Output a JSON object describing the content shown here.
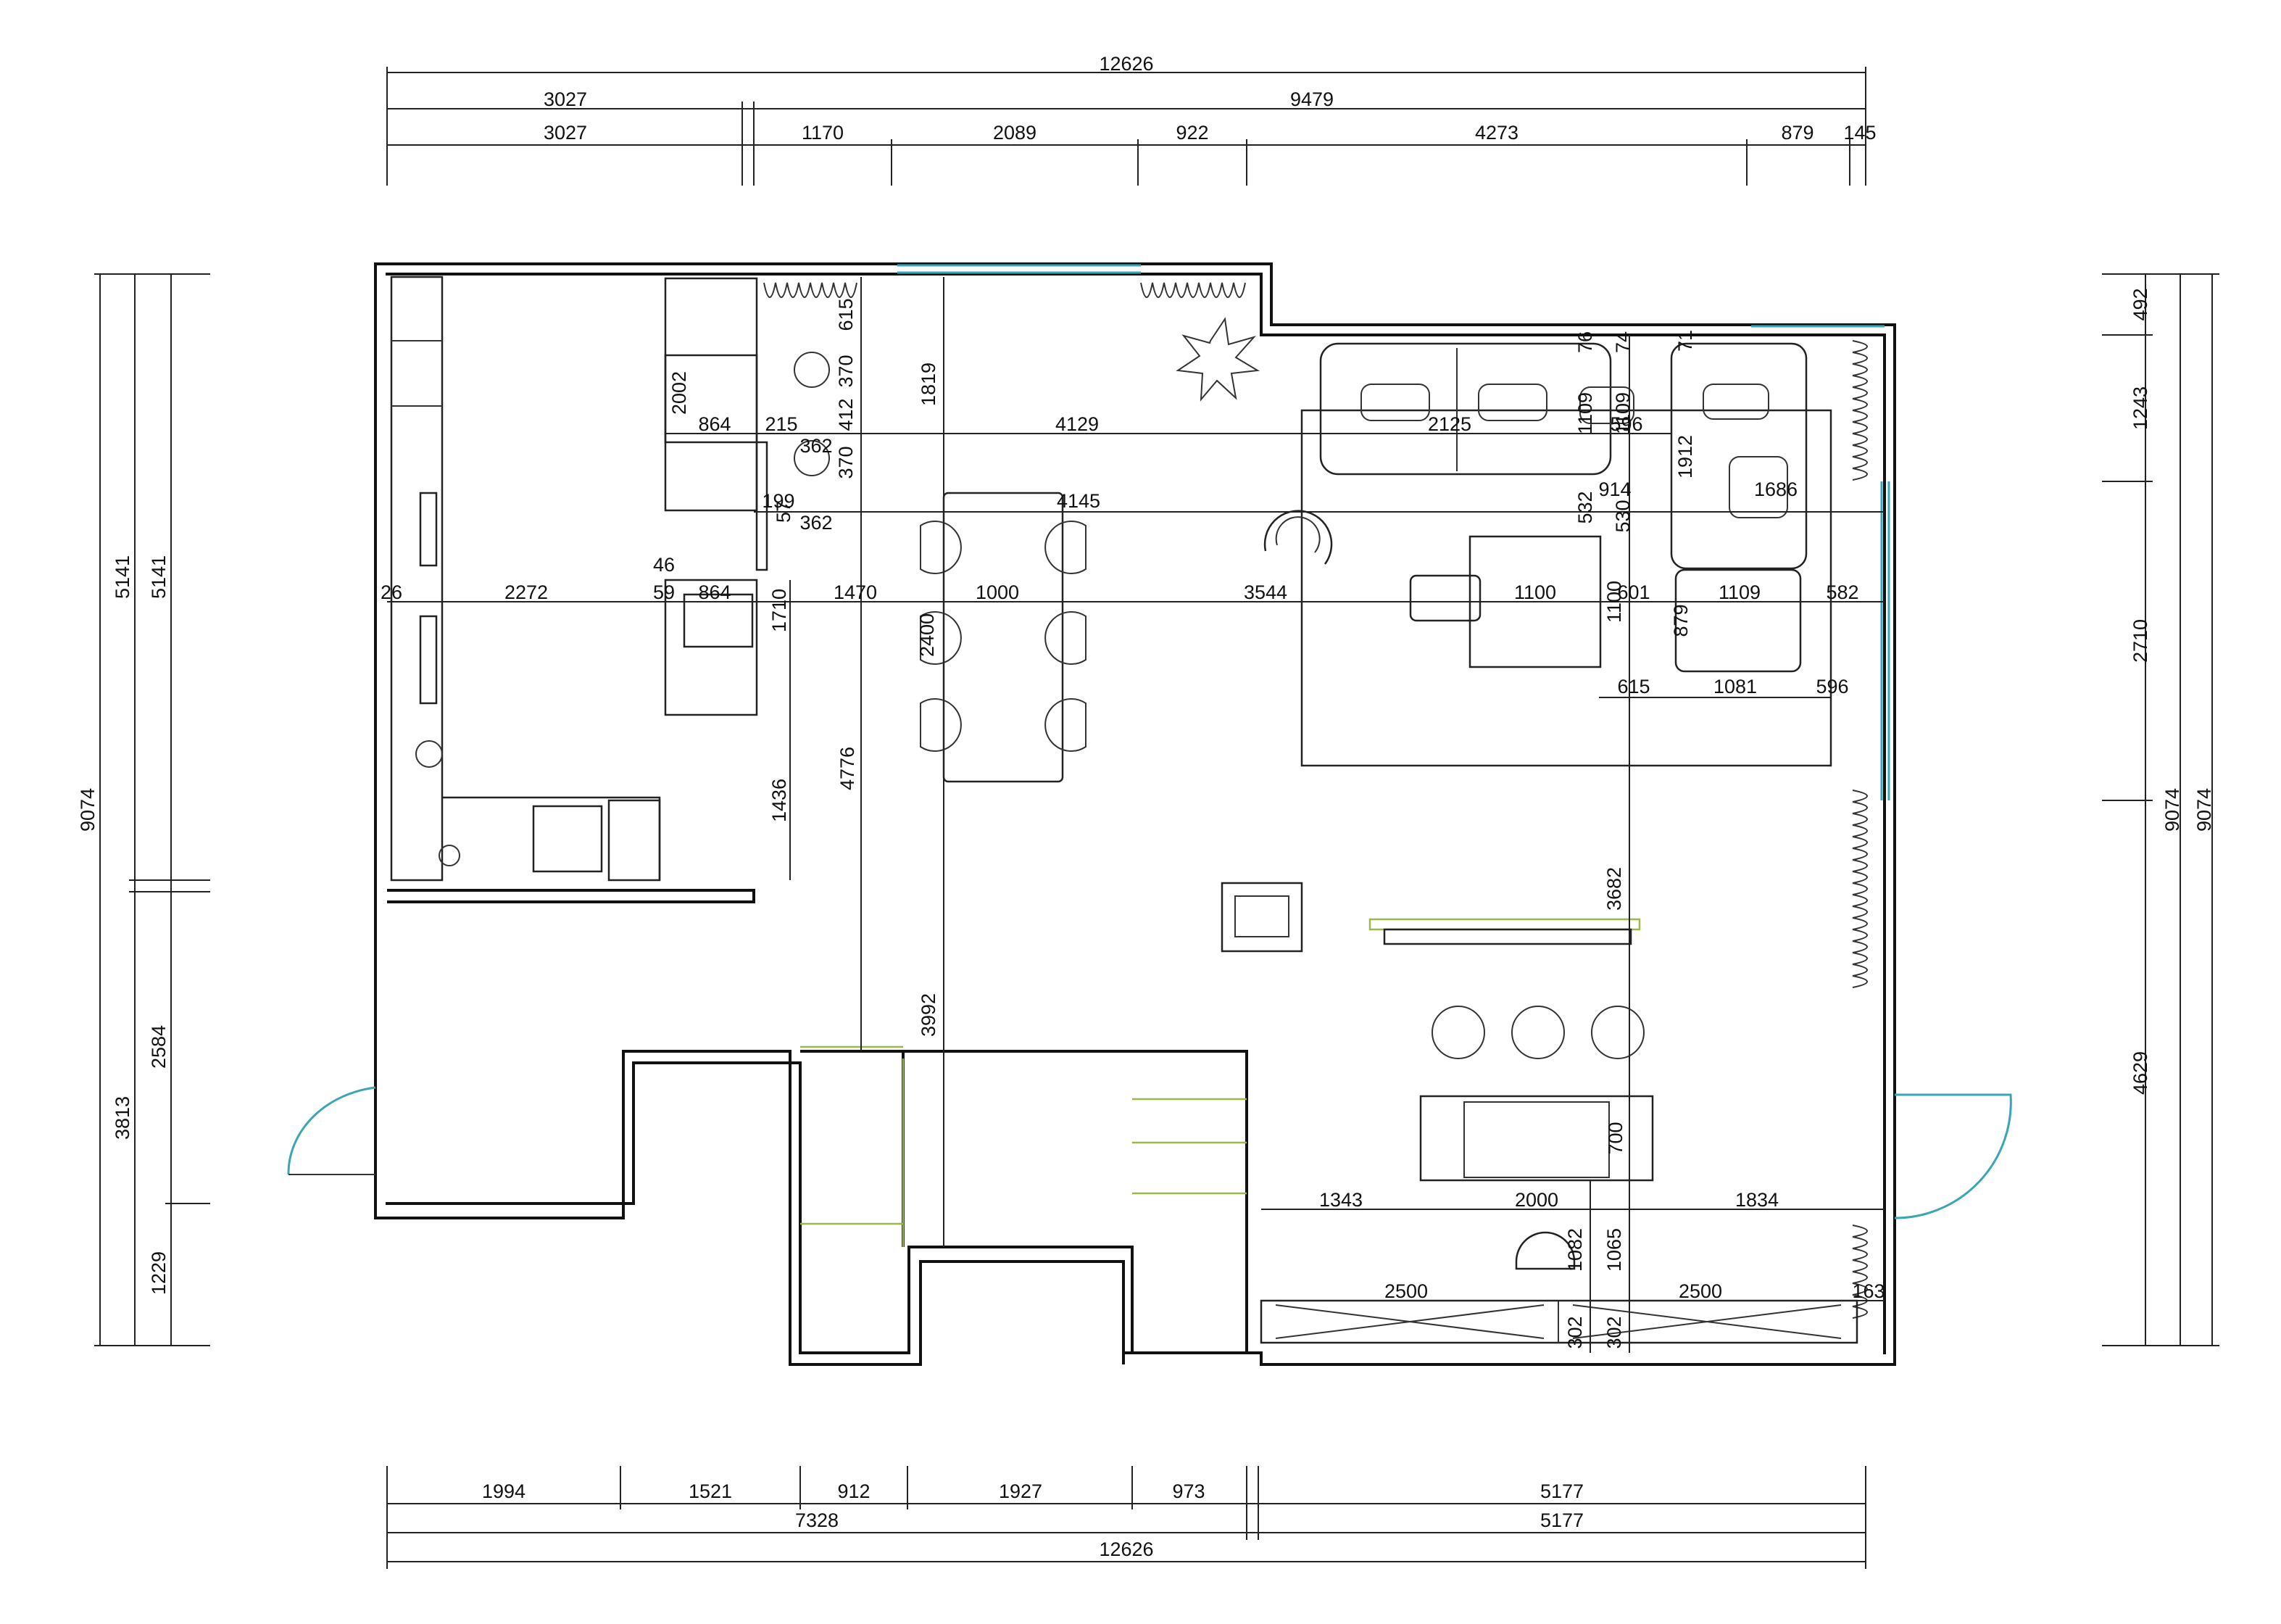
{
  "plan": {
    "top_dims": {
      "overall": "12626",
      "level2": [
        "3027",
        "9479"
      ],
      "level3": [
        "3027",
        "1170",
        "2089",
        "922",
        "4273",
        "879",
        "145"
      ]
    },
    "bottom_dims": {
      "level1": [
        "1994",
        "1521",
        "912",
        "1927",
        "973",
        "5177"
      ],
      "level2": [
        "7328",
        "5177"
      ],
      "overall": "12626"
    },
    "left_dims": {
      "outer": "9074",
      "middle": [
        "5141",
        "3813"
      ],
      "inner": [
        "5141",
        "2584",
        "1229"
      ]
    },
    "right_dims": {
      "inner": [
        "492",
        "1243",
        "2710",
        "4629"
      ],
      "outer": [
        "9074",
        "9074"
      ]
    },
    "interior_dims": [
      "615",
      "370",
      "412",
      "370",
      "1819",
      "2002",
      "864",
      "215",
      "362",
      "4129",
      "2125",
      "596",
      "76",
      "74",
      "71",
      "1109",
      "1109",
      "1912",
      "914",
      "1686",
      "532",
      "530",
      "199",
      "57",
      "362",
      "4145",
      "46",
      "26",
      "2272",
      "59",
      "864",
      "1470",
      "1000",
      "3544",
      "1100",
      "601",
      "1109",
      "582",
      "1100",
      "879",
      "1710",
      "2400",
      "615",
      "1081",
      "596",
      "1436",
      "4776",
      "3682",
      "3992",
      "700",
      "1343",
      "2000",
      "1834",
      "1082",
      "1065",
      "2500",
      "2500",
      "163",
      "302",
      "302"
    ],
    "colors": {
      "wall": "#111111",
      "window": "#3aa6b5",
      "accent": "#9bb84a"
    }
  }
}
